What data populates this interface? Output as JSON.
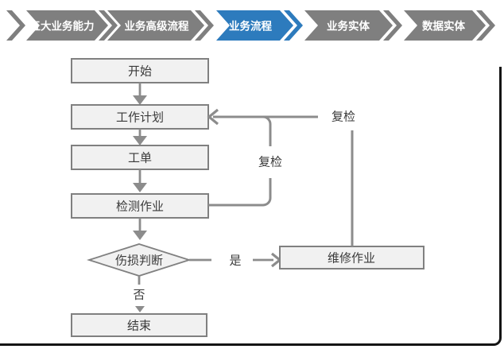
{
  "nav": {
    "items": [
      {
        "label": "五大业务能力",
        "active": false
      },
      {
        "label": "业务高级流程",
        "active": false
      },
      {
        "label": "业务流程",
        "active": true
      },
      {
        "label": "业务实体",
        "active": false
      },
      {
        "label": "数据实体",
        "active": false
      }
    ],
    "active_index": 2,
    "colors": {
      "inactive": "#7F7F7F",
      "active": "#2D7BBD",
      "label": "#FFFFFF"
    }
  },
  "flowchart": {
    "nodes": [
      {
        "id": "start",
        "label": "开始",
        "shape": "rect"
      },
      {
        "id": "work-plan",
        "label": "工作计划",
        "shape": "rect"
      },
      {
        "id": "work-order",
        "label": "工单",
        "shape": "rect"
      },
      {
        "id": "inspection",
        "label": "检测作业",
        "shape": "rect"
      },
      {
        "id": "damage-decision",
        "label": "伤损判断",
        "shape": "diamond"
      },
      {
        "id": "repair",
        "label": "维修作业",
        "shape": "rect"
      },
      {
        "id": "end",
        "label": "结束",
        "shape": "rect"
      }
    ],
    "edge_labels": {
      "yes": "是",
      "no": "否",
      "recheck_inspection": "复检",
      "recheck_repair": "复检"
    },
    "colors": {
      "node_fill": "#F1F1F1",
      "node_border": "#808080",
      "connector": "#8C8C8C",
      "label_text": "#3A3A3A"
    }
  }
}
